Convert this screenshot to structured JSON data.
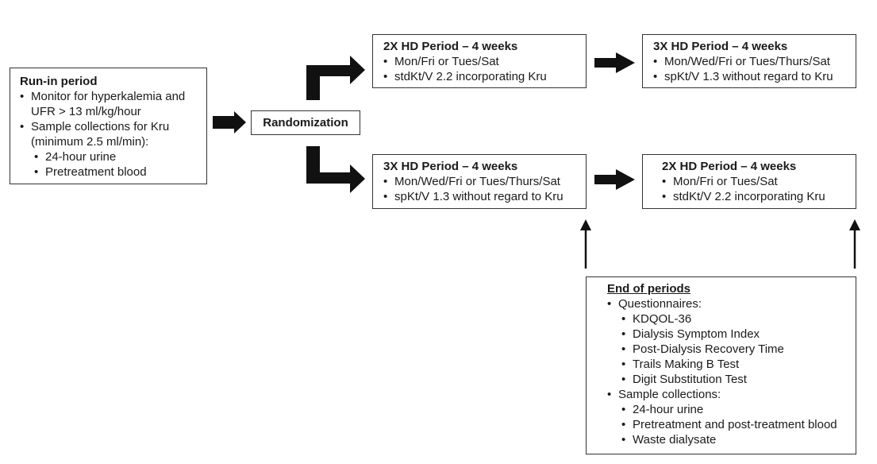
{
  "runin": {
    "title": "Run-in period",
    "item1": "Monitor for hyperkalemia and UFR > 13 ml/kg/hour",
    "item2": "Sample collections for Kru (minimum 2.5 ml/min):",
    "sub": [
      "24-hour urine",
      "Pretreatment blood"
    ]
  },
  "randomization": {
    "label": "Randomization"
  },
  "top1": {
    "title": "2X HD Period – 4 weeks",
    "items": [
      "Mon/Fri or Tues/Sat",
      "stdKt/V 2.2 incorporating Kru"
    ]
  },
  "top2": {
    "title": "3X HD Period – 4 weeks",
    "items": [
      "Mon/Wed/Fri or Tues/Thurs/Sat",
      "spKt/V 1.3 without regard to Kru"
    ]
  },
  "bot1": {
    "title": "3X HD Period – 4 weeks",
    "items": [
      "Mon/Wed/Fri or Tues/Thurs/Sat",
      "spKt/V 1.3 without regard to Kru"
    ]
  },
  "bot2": {
    "title": "2X HD Period – 4 weeks",
    "items": [
      "Mon/Fri or Tues/Sat",
      "stdKt/V 2.2 incorporating Kru"
    ]
  },
  "end": {
    "title": "End of periods",
    "q": "Questionnaires:",
    "q_items": [
      "KDQOL-36",
      "Dialysis Symptom Index",
      "Post-Dialysis Recovery Time",
      "Trails Making B Test",
      "Digit Substitution Test"
    ],
    "s": "Sample collections:",
    "s_items": [
      "24-hour urine",
      "Pretreatment and post-treatment blood",
      "Waste dialysate"
    ]
  }
}
